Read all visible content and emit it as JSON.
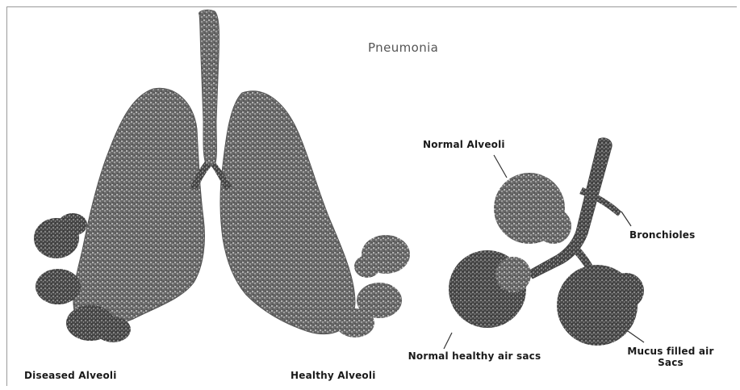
{
  "diagram": {
    "title": "Pneumonia",
    "labels": {
      "diseased_alveoli": "Diseased Alveoli",
      "healthy_alveoli": "Healthy Alveoli",
      "normal_alveoli": "Normal Alveoli",
      "bronchioles": "Bronchioles",
      "normal_air_sacs": "Normal healthy air sacs",
      "mucus_air_sacs": "Mucus filled air Sacs"
    },
    "colors": {
      "ink": "#2b2b2b",
      "frame": "#9a9a9a",
      "title": "#555555"
    }
  }
}
